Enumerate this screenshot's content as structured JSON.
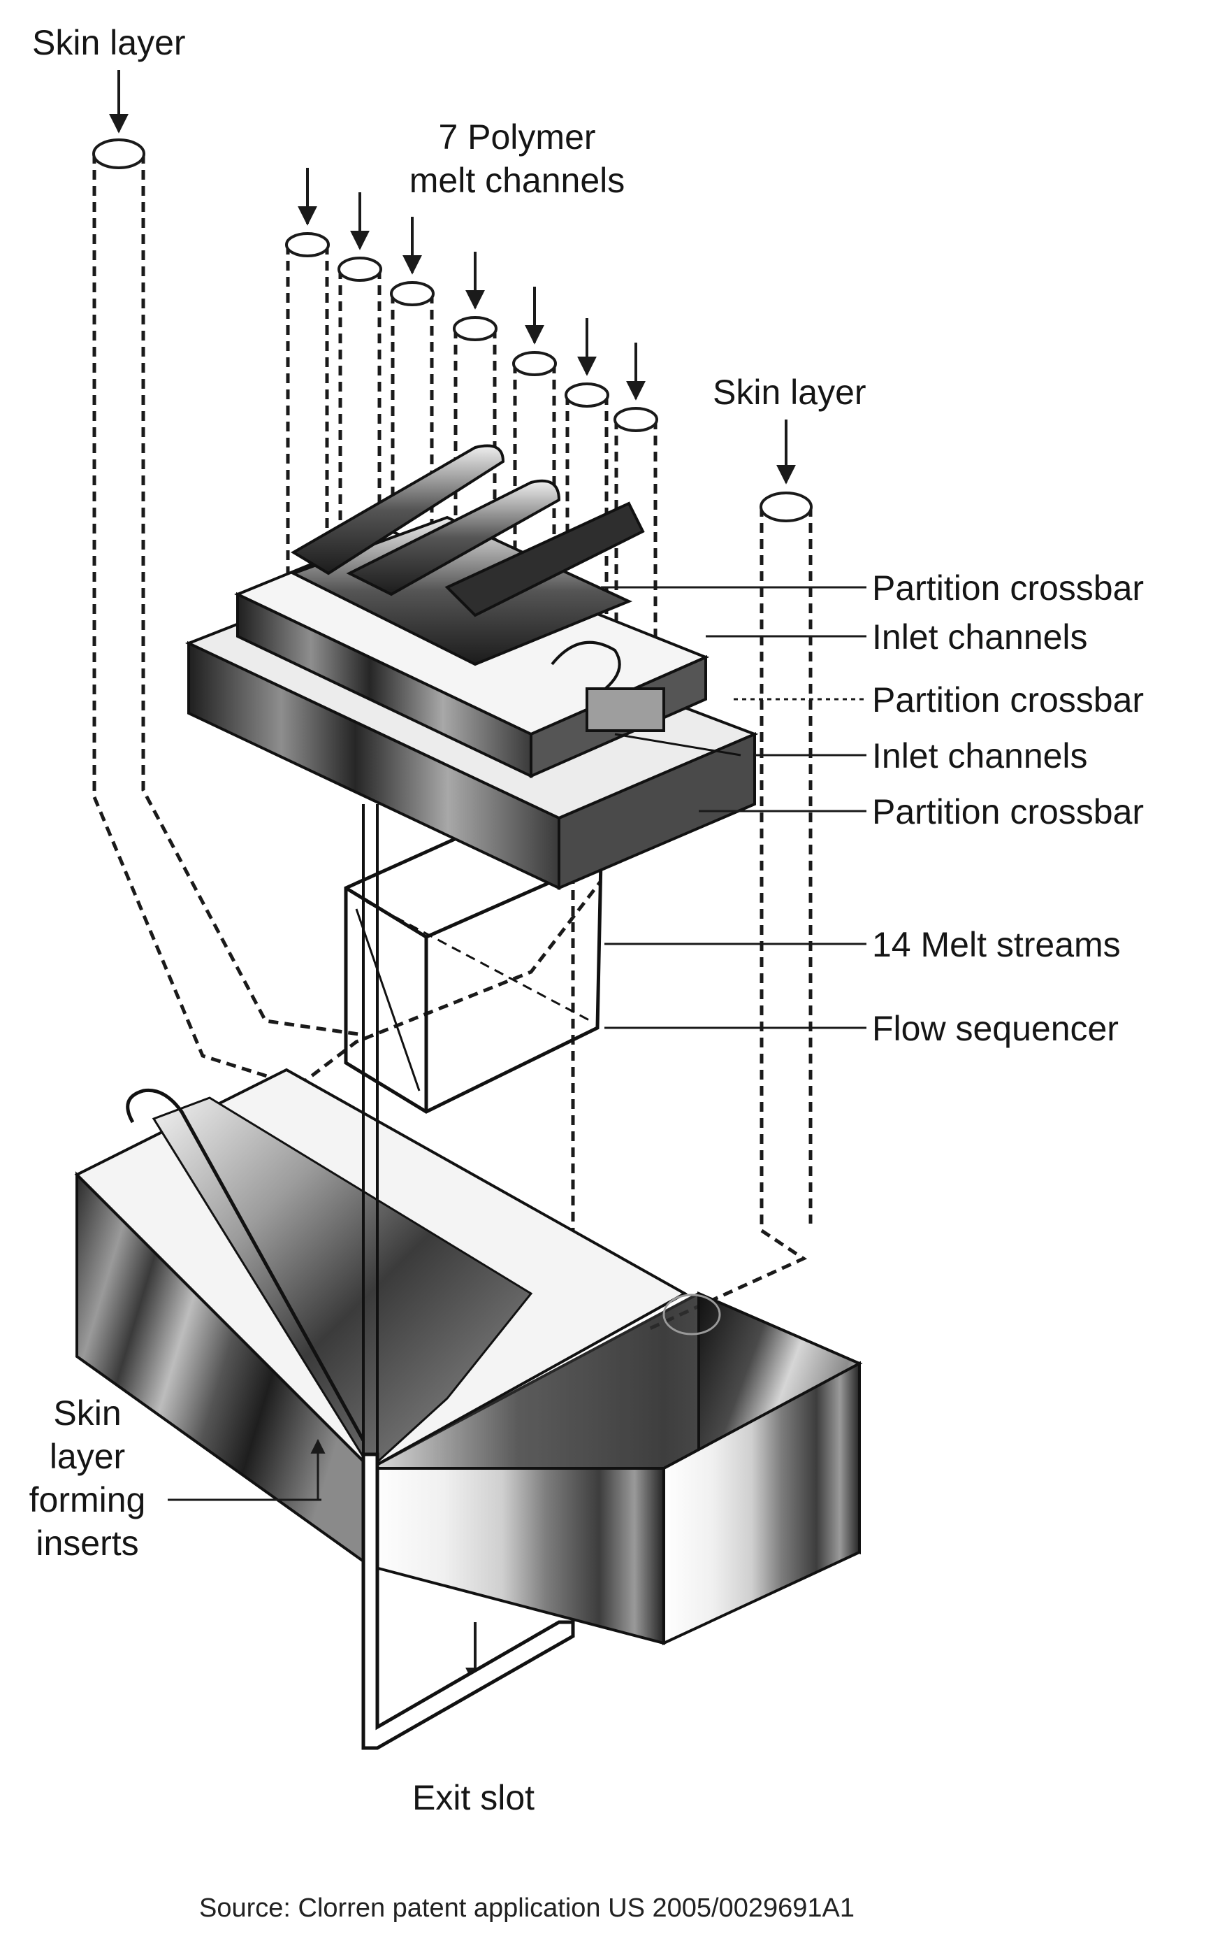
{
  "labels": {
    "skin_layer_left": "Skin layer",
    "polymer_line1": "7 Polymer",
    "polymer_line2": "melt channels",
    "skin_layer_right": "Skin layer",
    "partition_crossbar_1": "Partition crossbar",
    "inlet_channels_1": "Inlet channels",
    "partition_crossbar_2": "Partition crossbar",
    "inlet_channels_2": "Inlet channels",
    "partition_crossbar_3": "Partition crossbar",
    "melt_streams": "14 Melt streams",
    "flow_sequencer": "Flow sequencer",
    "skin_insert_line1": "Skin",
    "skin_insert_line2": "layer",
    "skin_insert_line3": "forming",
    "skin_insert_line4": "inserts",
    "exit_slot": "Exit slot"
  },
  "source": "Source: Clorren patent application US 2005/0029691A1",
  "colors": {
    "line": "#1a1a1a",
    "block_dark": "#2b2b2b",
    "block_mid": "#7a7a7a",
    "block_light": "#d9d9d9",
    "background": "#ffffff"
  }
}
